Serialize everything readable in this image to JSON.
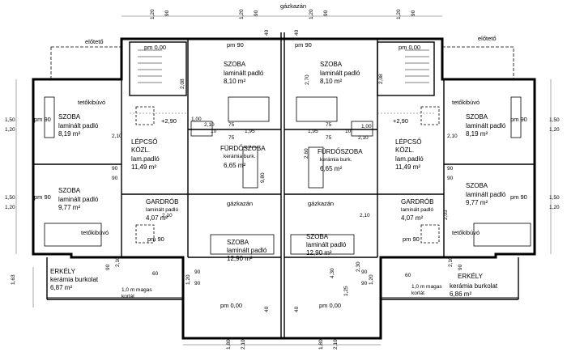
{
  "labels": {
    "gas_top": "gázkazán",
    "gas_mid_left": "gázkazán",
    "gas_mid_right": "gázkazán",
    "canopy_left": "előtető",
    "canopy_right": "előtető",
    "attic_hatch_l1": "tetőkibúvó",
    "attic_hatch_l2": "tetőkibúvó",
    "attic_hatch_r1": "tetőkibúvó",
    "attic_hatch_r2": "tetőkibúvó",
    "rail_left_1": "1,0 m magas",
    "rail_left_2": "korlát",
    "rail_right_1": "1,0 m magas",
    "rail_right_2": "korlát"
  },
  "rooms": {
    "szoba_top_l": {
      "name": "SZOBA",
      "floor": "laminált padló",
      "area": "8,10 m²"
    },
    "szoba_top_r": {
      "name": "SZOBA",
      "floor": "laminált padló",
      "area": "8,10 m²"
    },
    "szoba_w1": {
      "name": "SZOBA",
      "floor": "laminált padló",
      "area": "8,19 m²"
    },
    "szoba_w2": {
      "name": "SZOBA",
      "floor": "laminált padló",
      "area": "9,77 m²"
    },
    "szoba_e1": {
      "name": "SZOBA",
      "floor": "laminált padló",
      "area": "8,19 m²"
    },
    "szoba_e2": {
      "name": "SZOBA",
      "floor": "laminált padló",
      "area": "9,77 m²"
    },
    "lepcso_l": {
      "name1": "LÉPCSŐ",
      "name2": "KÖZL.",
      "floor": "lam.padló",
      "area": "11,49 m²"
    },
    "lepcso_r": {
      "name1": "LÉPCSŐ",
      "name2": "KÖZL.",
      "floor": "lam.padló",
      "area": "11,49 m²"
    },
    "furdo_l": {
      "name": "FÜRDŐSZOBA",
      "floor": "kerámia burk.",
      "area": "6,65 m²"
    },
    "furdo_r": {
      "name": "FÜRDŐSZOBA",
      "floor": "kerámia burk.",
      "area": "6,65 m²"
    },
    "gardrob_l": {
      "name": "GARDRÓB",
      "floor": "laminált padló",
      "area": "4,07 m²"
    },
    "gardrob_r": {
      "name": "GARDRÓB",
      "floor": "laminált padló",
      "area": "4,07 m²"
    },
    "szoba_bot_l": {
      "name": "SZOBA",
      "floor": "laminált padló",
      "area": "12,90 m²"
    },
    "szoba_bot_r": {
      "name": "SZOBA",
      "floor": "laminált padló",
      "area": "12,90 m²"
    },
    "erkely_l": {
      "name": "ERKÉLY",
      "floor": "kerámia burkolat",
      "area": "6,87 m²"
    },
    "erkely_r": {
      "name": "ERKÉLY",
      "floor": "kerámia burkolat",
      "area": "6,86 m²"
    }
  },
  "levels": {
    "pm_stair_l": "pm 0,00",
    "pm_stair_r": "pm 0,00",
    "pm_top_l": "pm 90",
    "pm_top_r": "pm 90",
    "pm_w1": "pm 90",
    "pm_w2": "pm 90",
    "pm_e1": "pm 90",
    "pm_e2": "pm 90",
    "pm_gard_l": "pm 90",
    "pm_gard_r": "pm 90",
    "pm_bot_l": "pm 0,00",
    "pm_bot_r": "pm 0,00",
    "elev_l": "+2,90",
    "elev_r": "+2,90"
  },
  "dimensions": {
    "top_1": "1,20",
    "top_2": "90",
    "top_3": "1,20",
    "top_4": "90",
    "top_5": "1,20",
    "top_6": "90",
    "top_7": "1,20",
    "top_8": "90",
    "left_1": "1,50",
    "left_2": "1,20",
    "left_3": "1,50",
    "left_4": "1,20",
    "left_5": "1,63",
    "right_1": "1,50",
    "right_2": "1,20",
    "right_3": "1,50",
    "right_4": "1,20",
    "bot_1": "1,80",
    "bot_2": "2,10",
    "bot_3": "1,80",
    "bot_4": "2,10",
    "bath_75_l1": "75",
    "bath_75_l2": "75",
    "bath_75_r1": "75",
    "bath_75_r2": "75",
    "bath_10_l": "10",
    "bath_10_r": "10",
    "bath_195_l": "1,95",
    "bath_195_r": "1,95",
    "bath_100_l": "1,00",
    "bath_100_r": "1,00",
    "d_210_a": "2,10",
    "d_210_b": "2,10",
    "d_210_c": "2,10",
    "d_210_d": "2,10",
    "d_210_e": "2,10",
    "d_210_f": "2,10",
    "d_210_g": "2,10",
    "d_210_h": "2,10",
    "d_90_a": "90",
    "d_90_b": "90",
    "d_90_c": "90",
    "d_90_d": "90",
    "d_90_e": "90",
    "d_90_f": "90",
    "d_90_g": "90",
    "d_90_h": "90",
    "d_90_i": "90",
    "d_90_j": "90",
    "d_60_l": "60",
    "d_60_r": "60",
    "d_120_l": "1,20",
    "d_120_r": "1,20",
    "d_270": "2,70",
    "d_208_l": "2,08",
    "d_208_r": "2,08",
    "d_260": "2,60",
    "d_980": "9,80",
    "d_430": "4,30",
    "d_230": "2,30",
    "d_203": "2,03",
    "d_125": "1,25",
    "d_40_a": "40",
    "d_40_b": "40",
    "d_40_c": "40",
    "d_40_d": "40"
  },
  "colors": {
    "line": "#000000",
    "grid": "#555555",
    "paper": "#ffffff"
  }
}
